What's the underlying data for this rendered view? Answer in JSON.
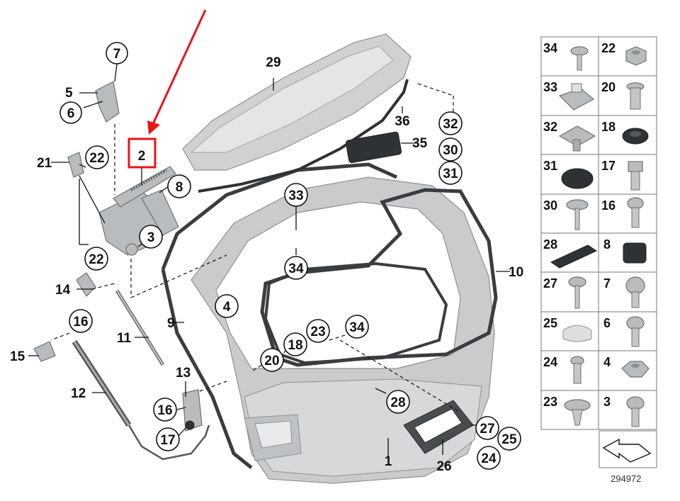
{
  "diagram": {
    "reference_number": "294972",
    "callouts": {
      "c1": "1",
      "c2": "2",
      "c3": "3",
      "c4": "4",
      "c5": "5",
      "c6": "6",
      "c7": "7",
      "c8": "8",
      "c9": "9",
      "c10": "10",
      "c11": "11",
      "c12": "12",
      "c13": "13",
      "c14": "14",
      "c15": "15",
      "c16a": "16",
      "c16b": "16",
      "c17": "17",
      "c18": "18",
      "c20": "20",
      "c21": "21",
      "c22a": "22",
      "c22b": "22",
      "c23": "23",
      "c24": "24",
      "c25": "25",
      "c26": "26",
      "c27": "27",
      "c28": "28",
      "c29": "29",
      "c30": "30",
      "c31": "31",
      "c32": "32",
      "c33": "33",
      "c34a": "34",
      "c34b": "34",
      "c35": "35",
      "c36": "36"
    },
    "highlight_color": "#e8141b",
    "legend": [
      {
        "left": "34",
        "right": "22"
      },
      {
        "left": "33",
        "right": "20"
      },
      {
        "left": "32",
        "right": "18"
      },
      {
        "left": "31",
        "right": "17"
      },
      {
        "left": "30",
        "right": "16"
      },
      {
        "left": "28",
        "right": "8"
      },
      {
        "left": "27",
        "right": "7"
      },
      {
        "left": "25",
        "right": "6"
      },
      {
        "left": "24",
        "right": "4"
      },
      {
        "left": "23",
        "right": "3"
      }
    ],
    "icons": {
      "highlight_arrow": "red-arrow-icon",
      "direction_marker": "direction-arrow-icon"
    }
  }
}
